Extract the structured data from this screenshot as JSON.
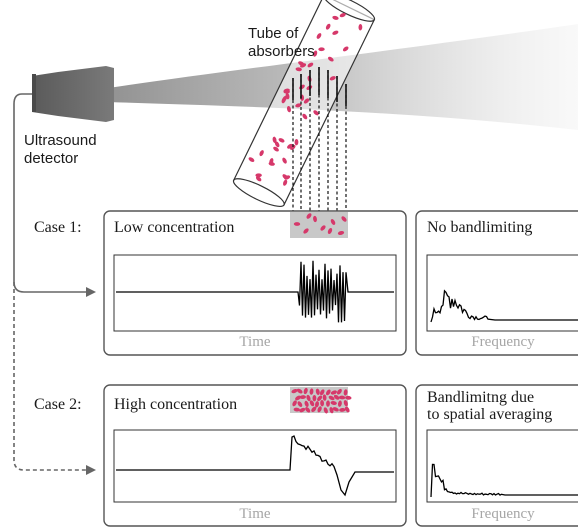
{
  "tube_label_line1": "Tube of",
  "tube_label_line2": "absorbers",
  "detector_label_line1": "Ultrasound",
  "detector_label_line2": "detector",
  "cases": [
    {
      "label": "Case 1:",
      "time_panel_title": "Low concentration",
      "time_axis_label": "Time",
      "freq_panel_title_line1": "No bandlimiting",
      "freq_panel_title_line2": "",
      "freq_axis_label": "Frequency"
    },
    {
      "label": "Case 2:",
      "time_panel_title": "High concentration",
      "time_axis_label": "Time",
      "freq_panel_title_line1": "Bandlimitng due",
      "freq_panel_title_line2": "to spatial averaging",
      "freq_axis_label": "Frequency"
    }
  ],
  "colors": {
    "absorber": "#d6386a",
    "detector": "#6b6b6b",
    "beam": "#bdbdbd",
    "panel_border": "#555555",
    "axis_label": "#a6a6a6",
    "sample_bg": "#c8c8c8"
  },
  "icons": [
    "ultrasound-detector-icon",
    "tube-icon"
  ]
}
